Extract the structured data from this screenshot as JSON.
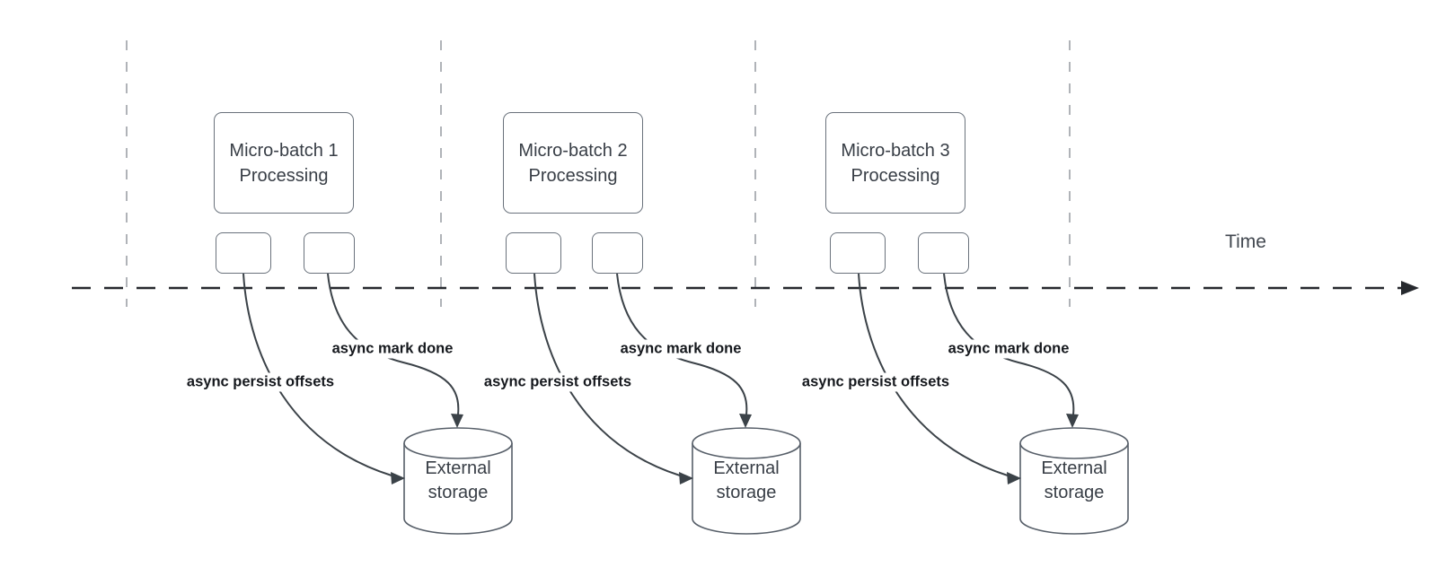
{
  "diagram": {
    "time_axis_label": "Time",
    "groups": [
      {
        "batch_title": "Micro-batch 1",
        "batch_subtitle": "Processing",
        "persist_arrow_label": "async persist offsets",
        "done_arrow_label": "async mark done",
        "storage_line1": "External",
        "storage_line2": "storage"
      },
      {
        "batch_title": "Micro-batch 2",
        "batch_subtitle": "Processing",
        "persist_arrow_label": "async persist offsets",
        "done_arrow_label": "async mark done",
        "storage_line1": "External",
        "storage_line2": "storage"
      },
      {
        "batch_title": "Micro-batch 3",
        "batch_subtitle": "Processing",
        "persist_arrow_label": "async persist offsets",
        "done_arrow_label": "async mark done",
        "storage_line1": "External",
        "storage_line2": "storage"
      }
    ],
    "colors": {
      "curve_stroke": "#3b4248",
      "box_border": "#6a727c",
      "cylinder_stroke": "#575f69",
      "timeline_stroke": "#26292e",
      "guide_stroke": "#b0b3b8",
      "label_text": "#15181d",
      "node_text": "#383e46"
    }
  }
}
